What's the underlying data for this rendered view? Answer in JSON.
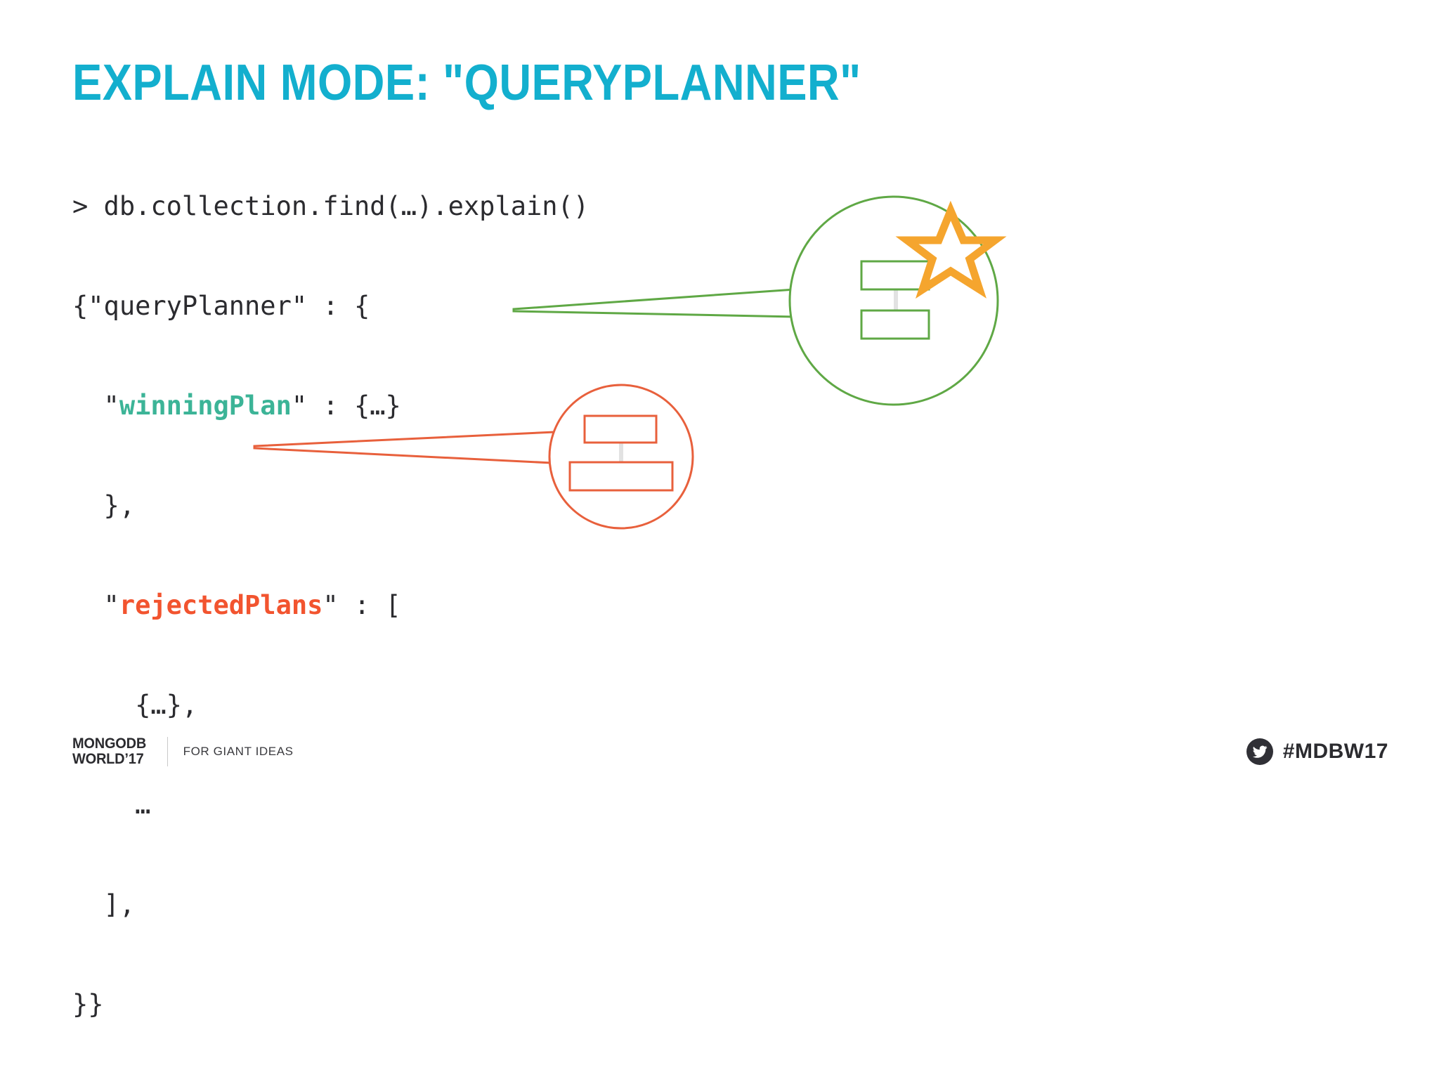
{
  "slide": {
    "title": "EXPLAIN MODE: \"QUERYPLANNER\"",
    "background_color": "#ffffff",
    "title_color": "#13AFCE"
  },
  "code": {
    "font": "monospace",
    "text_color": "#2b2b2f",
    "lines": [
      {
        "id": "line-prompt",
        "segments": [
          {
            "text": "> db.collection.find(…).explain()",
            "color": "#2b2b2f",
            "bold": false
          }
        ]
      },
      {
        "id": "line-queryplanner",
        "segments": [
          {
            "text": "{\"queryPlanner\" : {",
            "color": "#2b2b2f",
            "bold": false
          }
        ]
      },
      {
        "id": "line-winningplan",
        "segments": [
          {
            "text": "  \"",
            "color": "#2b2b2f",
            "bold": false
          },
          {
            "text": "winningPlan",
            "color": "#3CB497",
            "bold": true
          },
          {
            "text": "\" : {…}",
            "color": "#2b2b2f",
            "bold": false
          }
        ]
      },
      {
        "id": "line-close-brace",
        "segments": [
          {
            "text": "  },",
            "color": "#2b2b2f",
            "bold": false
          }
        ]
      },
      {
        "id": "line-rejectedplans",
        "segments": [
          {
            "text": "  \"",
            "color": "#2b2b2f",
            "bold": false
          },
          {
            "text": "rejectedPlans",
            "color": "#F2542F",
            "bold": true
          },
          {
            "text": "\" : [",
            "color": "#2b2b2f",
            "bold": false
          }
        ]
      },
      {
        "id": "line-plan-doc",
        "segments": [
          {
            "text": "    {…},",
            "color": "#2b2b2f",
            "bold": false
          }
        ]
      },
      {
        "id": "line-ellipsis",
        "segments": [
          {
            "text": "    …",
            "color": "#2b2b2f",
            "bold": false
          }
        ]
      },
      {
        "id": "line-close-bracket",
        "segments": [
          {
            "text": "  ],",
            "color": "#2b2b2f",
            "bold": false
          }
        ]
      },
      {
        "id": "line-close-all",
        "segments": [
          {
            "text": "}}",
            "color": "#2b2b2f",
            "bold": false
          }
        ]
      }
    ]
  },
  "callouts": [
    {
      "id": "winning-plan-callout",
      "name": "winning-plan-diagram",
      "color": "#5FA845",
      "anchor_label": "winningPlan",
      "has_star": true,
      "star_color": "#F5A52E",
      "stage_boxes": 2,
      "connector_color": "#5FA845"
    },
    {
      "id": "rejected-plans-callout",
      "name": "rejected-plans-diagram",
      "color": "#E8603C",
      "anchor_label": "rejectedPlans",
      "has_star": false,
      "stage_boxes": 2,
      "connector_color": "#E8603C"
    }
  ],
  "footer": {
    "logo_line1": "MONGODB",
    "logo_line2": "WORLD’17",
    "tagline": "FOR GIANT IDEAS",
    "twitter_icon": "twitter-bird-icon",
    "hashtag": "#MDBW17"
  }
}
